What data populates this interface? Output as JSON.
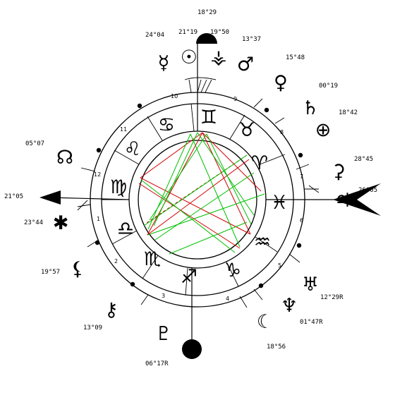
{
  "chart": {
    "signs": [
      {
        "name": "aries",
        "glyph": "♈"
      },
      {
        "name": "taurus",
        "glyph": "♉"
      },
      {
        "name": "gemini",
        "glyph": "♊"
      },
      {
        "name": "cancer",
        "glyph": "♋"
      },
      {
        "name": "leo",
        "glyph": "♌"
      },
      {
        "name": "virgo",
        "glyph": "♍"
      },
      {
        "name": "libra",
        "glyph": "♎"
      },
      {
        "name": "scorpio",
        "glyph": "♏"
      },
      {
        "name": "sagittarius",
        "glyph": "♐"
      },
      {
        "name": "capricorn",
        "glyph": "♑"
      },
      {
        "name": "aquarius",
        "glyph": "♒"
      },
      {
        "name": "pisces",
        "glyph": "♓"
      }
    ],
    "houses": [
      "1",
      "2",
      "3",
      "4",
      "5",
      "6",
      "7",
      "8",
      "9",
      "10",
      "11",
      "12"
    ],
    "planets": [
      {
        "name": "mc",
        "glyph": "",
        "degree": "18°29"
      },
      {
        "name": "mercury",
        "glyph": "☿",
        "degree": "24°04"
      },
      {
        "name": "sun",
        "glyph": "☉",
        "degree": "21°19"
      },
      {
        "name": "neptune-alt",
        "glyph": "⚶",
        "degree": "19°50"
      },
      {
        "name": "mars",
        "glyph": "♂",
        "degree": "13°37"
      },
      {
        "name": "venus",
        "glyph": "♀",
        "degree": "15°48"
      },
      {
        "name": "saturn",
        "glyph": "♄",
        "degree": "00°19"
      },
      {
        "name": "earth",
        "glyph": "⊕",
        "degree": "18°42"
      },
      {
        "name": "ceres",
        "glyph": "⚳",
        "degree": "28°45"
      },
      {
        "name": "jupiter",
        "glyph": "♃",
        "degree": "26°05"
      },
      {
        "name": "uranus",
        "glyph": "♅",
        "degree": "12°29R"
      },
      {
        "name": "neptune",
        "glyph": "♆",
        "degree": "01°47R"
      },
      {
        "name": "moon",
        "glyph": "☾",
        "degree": "18°56"
      },
      {
        "name": "pluto",
        "glyph": "♇",
        "degree": "06°17R"
      },
      {
        "name": "chiron",
        "glyph": "⚷",
        "degree": "13°09"
      },
      {
        "name": "lilith",
        "glyph": "⚸",
        "degree": "19°57"
      },
      {
        "name": "vertex",
        "glyph": "✱",
        "degree": "23°44"
      },
      {
        "name": "ascendant",
        "glyph": "",
        "degree": "21°05"
      },
      {
        "name": "north-node",
        "glyph": "☊",
        "degree": "05°07"
      }
    ]
  }
}
